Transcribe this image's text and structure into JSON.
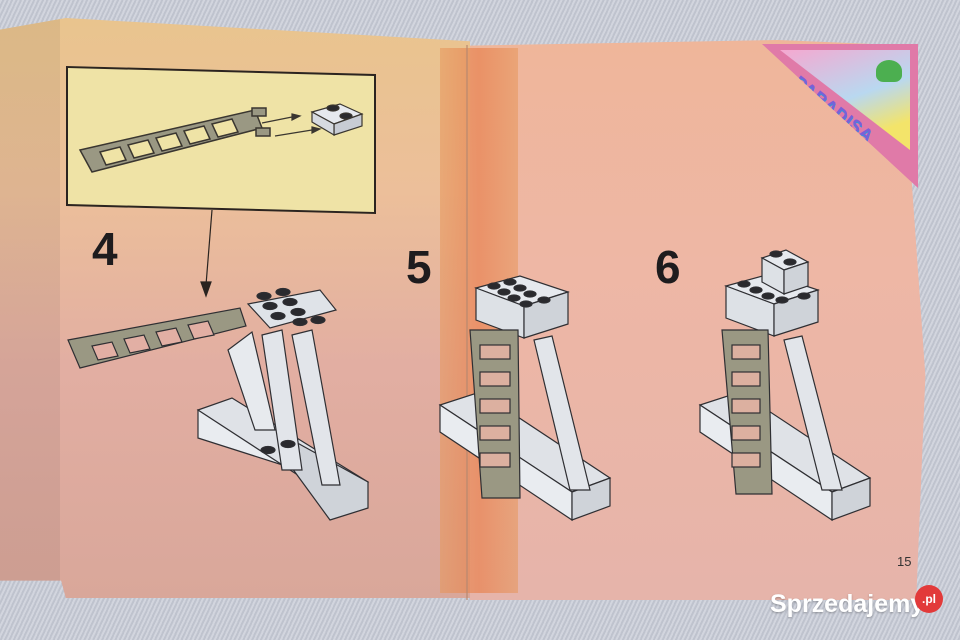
{
  "booklet": {
    "theme_logo_text": "PARADISA",
    "page_number": "15",
    "colors": {
      "callout_background": "#efe3a6",
      "brick_light_gray": "#d9dde3",
      "ladder_gray": "#9a9883",
      "stud_dark": "#2a2a2e",
      "logo_pink": "#e07aa8"
    }
  },
  "steps": [
    {
      "number": "4",
      "description": "Attach ladder (with clips) to 2x2 plate with bars; mount on tower top"
    },
    {
      "number": "5",
      "description": "Add 2x4 brick on top; ladder hangs down"
    },
    {
      "number": "6",
      "description": "Add 1x2 brick on top"
    }
  ],
  "callout": {
    "description": "Sub-assembly: ladder clips onto plate with bar handles",
    "arrows": 2
  },
  "watermark": {
    "text": "Sprzedajemy",
    "badge": ".pl"
  }
}
